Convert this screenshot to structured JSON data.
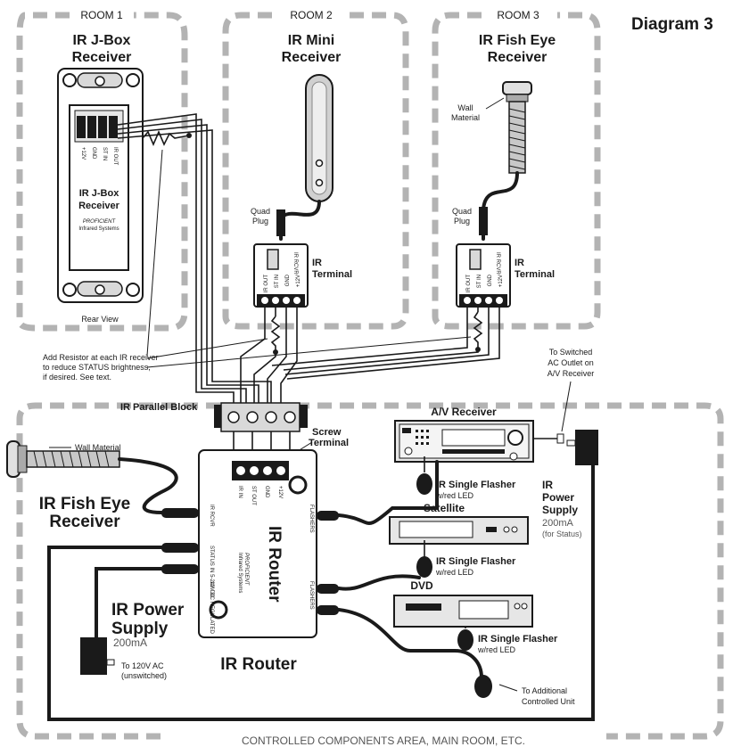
{
  "diagram_title": "Diagram 3",
  "rooms": {
    "room1": {
      "label": "ROOM 1",
      "device_title_1": "IR J-Box",
      "device_title_2": "Receiver",
      "face_title_1": "IR J-Box",
      "face_title_2": "Receiver",
      "terminal_pins": [
        "+12V",
        "GND",
        "ST IN",
        "IR OUT"
      ],
      "rear_view": "Rear View",
      "brand": "PROFICIENT",
      "brand_sub": "Infrared Systems"
    },
    "room2": {
      "label": "ROOM 2",
      "device_title_1": "IR Mini",
      "device_title_2": "Receiver",
      "plug_1": "Quad",
      "plug_2": "Plug",
      "terminal_1": "IR",
      "terminal_2": "Terminal",
      "terminal_pins": [
        "IR OUT",
        "ST IN",
        "GND",
        "+12V"
      ],
      "rcvr_label": "IR RCVR"
    },
    "room3": {
      "label": "ROOM 3",
      "device_title_1": "IR Fish Eye",
      "device_title_2": "Receiver",
      "wall_1": "Wall",
      "wall_2": "Material",
      "plug_1": "Quad",
      "plug_2": "Plug",
      "terminal_1": "IR",
      "terminal_2": "Terminal",
      "terminal_pins": [
        "IR OUT",
        "ST IN",
        "GND",
        "+12V"
      ],
      "rcvr_label": "IR RCVR"
    }
  },
  "resistor_note": [
    "Add Resistor at each IR receiver",
    "to reduce STATUS brightness,",
    "if desired. See text."
  ],
  "parallel_block": "IR Parallel Block",
  "screw_terminal_1": "Screw",
  "screw_terminal_2": "Terminal",
  "router": {
    "top_pins": [
      "IR IN",
      "ST OUT",
      "GND",
      "+12V"
    ],
    "side_label": "IR Router",
    "ports_left": [
      "IR RCVR",
      "STATUS IN 5-24V DC",
      "12V DC REGULATED"
    ],
    "ports_right": [
      "FLASHERS",
      "FLASHERS"
    ],
    "brand": "PROFICIENT",
    "brand_sub": "Infrared Systems",
    "caption": "IR Router"
  },
  "main_fisheye": {
    "wall": "Wall Material",
    "title_1": "IR Fish Eye",
    "title_2": "Receiver"
  },
  "main_power": {
    "title_1": "IR Power",
    "title_2": "Supply",
    "rating": "200mA",
    "ac_1": "To 120V AC",
    "ac_2": "(unswitched)"
  },
  "av": {
    "title": "A/V Receiver",
    "switched_1": "To Switched",
    "switched_2": "AC Outlet on",
    "switched_3": "A/V Receiver"
  },
  "status_power": {
    "title_1": "IR",
    "title_2": "Power",
    "title_3": "Supply",
    "rating": "200mA",
    "note": "(for Status)"
  },
  "satellite": {
    "title": "Satellite"
  },
  "dvd": {
    "title": "DVD"
  },
  "flashers": [
    {
      "title": "IR Single Flasher",
      "sub": "w/red LED"
    },
    {
      "title": "IR Single Flasher",
      "sub": "w/red LED"
    },
    {
      "title": "IR Single Flasher",
      "sub": "w/red LED"
    }
  ],
  "additional_1": "To Additional",
  "additional_2": "Controlled Unit",
  "footer": "CONTROLLED COMPONENTS AREA, MAIN ROOM, ETC."
}
